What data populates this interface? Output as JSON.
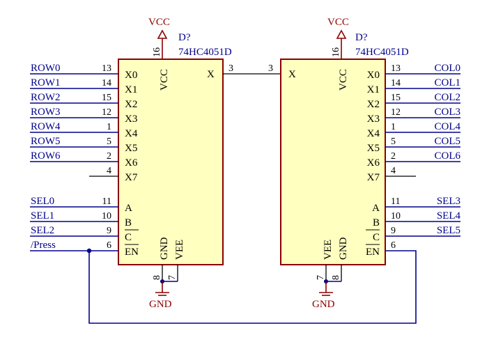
{
  "power": {
    "vcc_label": "VCC",
    "gnd_label": "GND"
  },
  "chip_left": {
    "designator": "D?",
    "part": "74HC4051D",
    "left_pins": [
      {
        "net": "ROW0",
        "num": "13",
        "name": "X0"
      },
      {
        "net": "ROW1",
        "num": "14",
        "name": "X1"
      },
      {
        "net": "ROW2",
        "num": "15",
        "name": "X2"
      },
      {
        "net": "ROW3",
        "num": "12",
        "name": "X3"
      },
      {
        "net": "ROW4",
        "num": "1",
        "name": "X4"
      },
      {
        "net": "ROW5",
        "num": "5",
        "name": "X5"
      },
      {
        "net": "ROW6",
        "num": "2",
        "name": "X6"
      },
      {
        "net": "",
        "num": "4",
        "name": "X7"
      }
    ],
    "select_pins": [
      {
        "net": "SEL0",
        "num": "11",
        "name": "A"
      },
      {
        "net": "SEL1",
        "num": "10",
        "name": "B"
      },
      {
        "net": "SEL2",
        "num": "9",
        "name": "C"
      },
      {
        "net": "/Press",
        "num": "6",
        "name": "EN"
      }
    ],
    "x_pin": {
      "name": "X",
      "num": "3"
    },
    "vcc_pin": {
      "name": "VCC",
      "num": "16"
    },
    "gnd_pin": {
      "name": "GND",
      "num": "8"
    },
    "vee_pin": {
      "name": "VEE",
      "num": "7"
    }
  },
  "chip_right": {
    "designator": "D?",
    "part": "74HC4051D",
    "right_pins": [
      {
        "net": "COL0",
        "num": "13",
        "name": "X0"
      },
      {
        "net": "COL1",
        "num": "14",
        "name": "X1"
      },
      {
        "net": "COL2",
        "num": "15",
        "name": "X2"
      },
      {
        "net": "COL3",
        "num": "12",
        "name": "X3"
      },
      {
        "net": "COL4",
        "num": "1",
        "name": "X4"
      },
      {
        "net": "COL5",
        "num": "5",
        "name": "X5"
      },
      {
        "net": "COL6",
        "num": "2",
        "name": "X6"
      },
      {
        "net": "",
        "num": "4",
        "name": "X7"
      }
    ],
    "select_pins": [
      {
        "net": "SEL3",
        "num": "11",
        "name": "A"
      },
      {
        "net": "SEL4",
        "num": "10",
        "name": "B"
      },
      {
        "net": "SEL5",
        "num": "9",
        "name": "C"
      },
      {
        "net": "",
        "num": "6",
        "name": "EN"
      }
    ],
    "x_pin": {
      "name": "X",
      "num": "3"
    },
    "vcc_pin": {
      "name": "VCC",
      "num": "16"
    },
    "gnd_pin": {
      "name": "GND",
      "num": "8"
    },
    "vee_pin": {
      "name": "VEE",
      "num": "7"
    }
  }
}
